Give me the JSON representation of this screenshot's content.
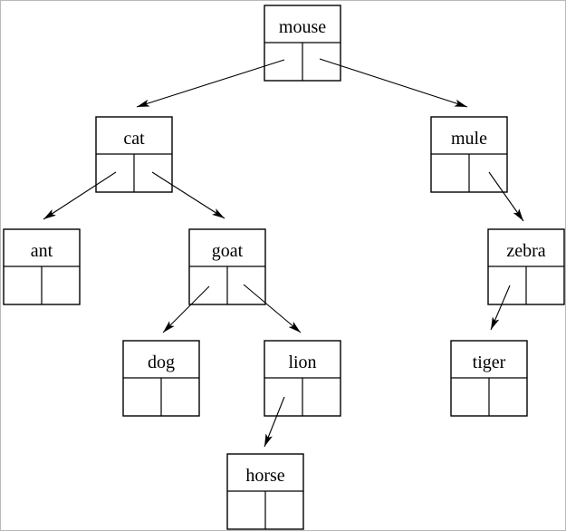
{
  "diagram": {
    "type": "binary-tree",
    "description": "Linked representation of a binary search tree of animal names; each node is a record with a label cell on top and left/right pointer cells below, arrows point from pointer cells to child nodes",
    "nodes": [
      {
        "id": "mouse",
        "label": "mouse",
        "left_child": "cat",
        "right_child": "mule"
      },
      {
        "id": "cat",
        "label": "cat",
        "left_child": "ant",
        "right_child": "goat"
      },
      {
        "id": "mule",
        "label": "mule",
        "left_child": null,
        "right_child": "zebra"
      },
      {
        "id": "ant",
        "label": "ant",
        "left_child": null,
        "right_child": null
      },
      {
        "id": "goat",
        "label": "goat",
        "left_child": "dog",
        "right_child": "lion"
      },
      {
        "id": "zebra",
        "label": "zebra",
        "left_child": "tiger",
        "right_child": null
      },
      {
        "id": "dog",
        "label": "dog",
        "left_child": null,
        "right_child": null
      },
      {
        "id": "lion",
        "label": "lion",
        "left_child": "horse",
        "right_child": null
      },
      {
        "id": "tiger",
        "label": "tiger",
        "left_child": null,
        "right_child": null
      },
      {
        "id": "horse",
        "label": "horse",
        "left_child": null,
        "right_child": null
      }
    ],
    "edges": [
      {
        "from": "mouse",
        "via": "left-pointer",
        "to": "cat"
      },
      {
        "from": "mouse",
        "via": "right-pointer",
        "to": "mule"
      },
      {
        "from": "cat",
        "via": "left-pointer",
        "to": "ant"
      },
      {
        "from": "cat",
        "via": "right-pointer",
        "to": "goat"
      },
      {
        "from": "mule",
        "via": "right-pointer",
        "to": "zebra"
      },
      {
        "from": "goat",
        "via": "left-pointer",
        "to": "dog"
      },
      {
        "from": "goat",
        "via": "right-pointer",
        "to": "lion"
      },
      {
        "from": "zebra",
        "via": "left-pointer",
        "to": "tiger"
      },
      {
        "from": "lion",
        "via": "left-pointer",
        "to": "horse"
      }
    ],
    "colors": {
      "stroke": "#000000",
      "background": "#ffffff",
      "page_border": "#b9b9b9"
    }
  }
}
